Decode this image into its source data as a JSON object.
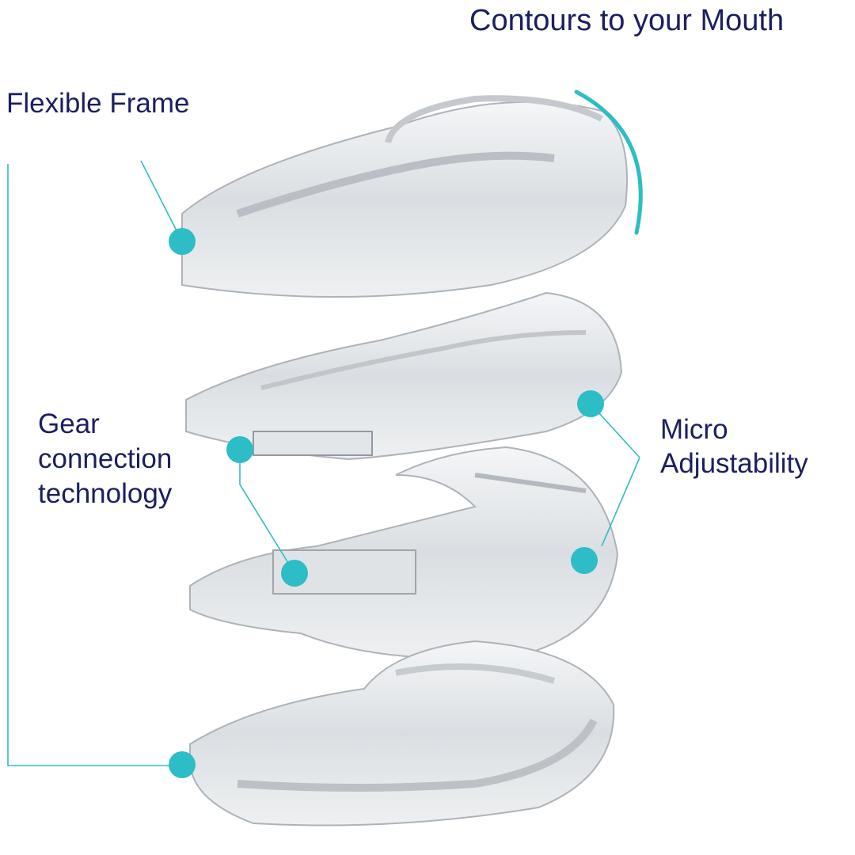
{
  "labels": {
    "contours": "Contours to your Mouth",
    "flexible_frame": "Flexible Frame",
    "gear_line1": "Gear",
    "gear_line2": "connection",
    "gear_line3": "technology",
    "micro_line1": "Micro",
    "micro_line2": "Adjustability"
  },
  "colors": {
    "text": "#1b1f5f",
    "accent": "#2dbdc6",
    "device": "#c9ced3"
  },
  "icons": [
    "callout-dot",
    "contour-arc"
  ]
}
